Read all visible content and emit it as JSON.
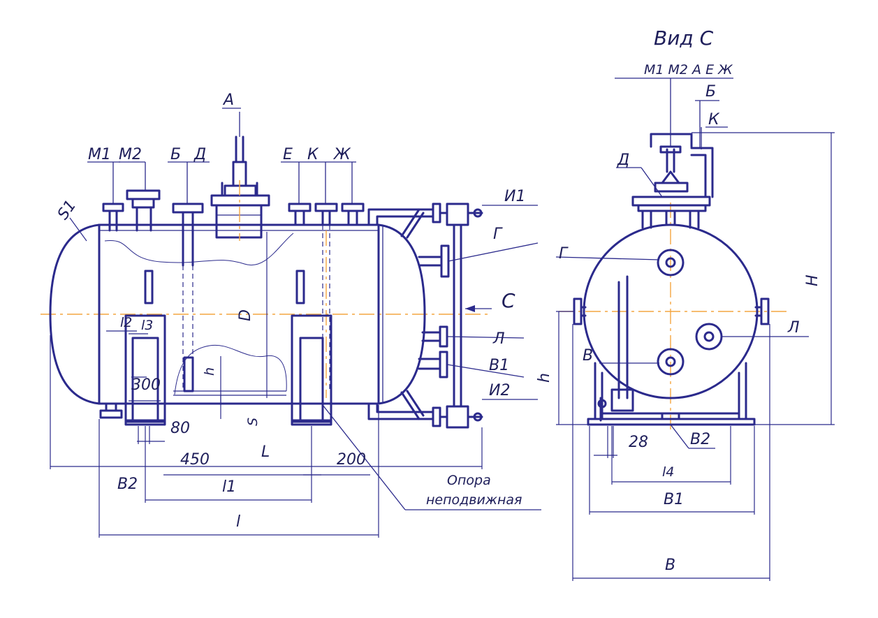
{
  "view_title": "Вид С",
  "labels": {
    "m1": "М1",
    "m2": "М2",
    "b_cyr": "Б",
    "d_cyr": "Д",
    "a": "А",
    "e": "Е",
    "k": "К",
    "zh": "Ж",
    "i1": "И1",
    "i2": "И2",
    "g": "Г",
    "c_view": "С",
    "l_cyr": "Л",
    "v1": "В1",
    "v2": "В2",
    "s1": "S1",
    "s": "S",
    "D": "D",
    "h": "h",
    "H": "H",
    "L": "L",
    "l_small": "l",
    "l1": "l1",
    "l3": "l3",
    "l4": "l4",
    "B": "В",
    "B1": "В1",
    "v_side": "В",
    "top_right_list": "М1 М2 А Е Ж",
    "support_line1": "Опора",
    "support_line2": "неподвижная"
  },
  "dimensions": {
    "d300": "300",
    "d80": "80",
    "d450": "450",
    "d200": "200",
    "d28": "28"
  }
}
